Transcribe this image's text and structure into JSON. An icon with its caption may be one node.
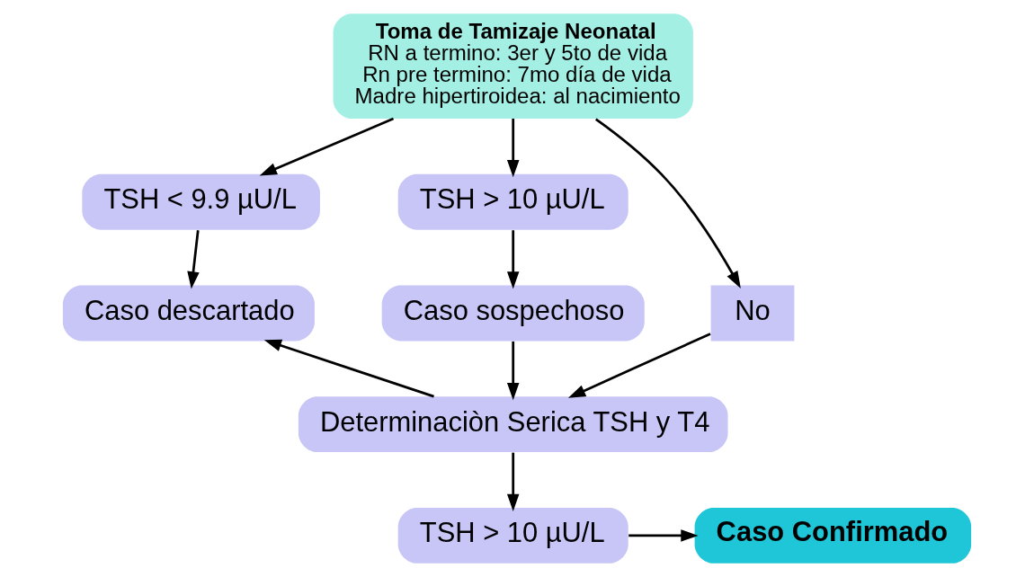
{
  "diagram": {
    "nodes": [
      {
        "text": [
          "Toma de Tamizaje Neonatal",
          "RN a termino: 3er y 5to de vida",
          "Rn pre termino: 7mo día de vida",
          "Madre hipertiroidea: al nacimiento"
        ]
      },
      {
        "text": [
          "TSH < 9.9 µU/L"
        ]
      },
      {
        "text": [
          "TSH > 10 µU/L"
        ]
      },
      {
        "text": [
          "No"
        ]
      },
      {
        "text": [
          "Caso descartado"
        ]
      },
      {
        "text": [
          "Caso sospechoso"
        ]
      },
      {
        "text": [
          "Determinaciòn Serica TSH y T4"
        ]
      },
      {
        "text": [
          "TSH > 10 µU/L"
        ]
      },
      {
        "text": [
          "Caso Confirmado"
        ]
      }
    ],
    "edges": [
      {
        "from": 0,
        "to": 1,
        "arrow": "to"
      },
      {
        "from": 0,
        "to": 2,
        "arrow": "to"
      },
      {
        "from": 0,
        "to": 3,
        "arrow": "to"
      },
      {
        "from": 1,
        "to": 4,
        "arrow": "to"
      },
      {
        "from": 2,
        "to": 5,
        "arrow": "to"
      },
      {
        "from": 5,
        "to": 6,
        "arrow": "to"
      },
      {
        "from": 6,
        "to": 4,
        "arrow": "to"
      },
      {
        "from": 3,
        "to": 6,
        "arrow": "to"
      },
      {
        "from": 6,
        "to": 7,
        "arrow": "to"
      },
      {
        "from": 7,
        "to": 8,
        "arrow": "to"
      }
    ]
  }
}
